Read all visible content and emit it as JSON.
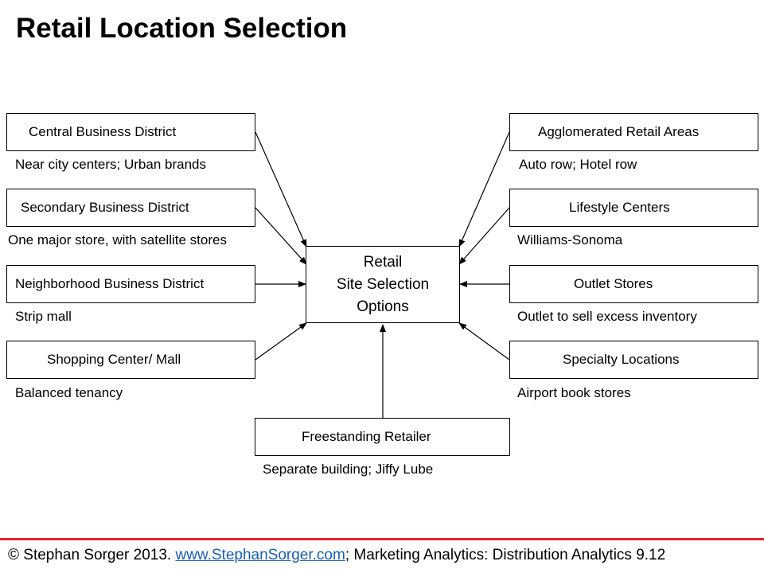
{
  "title": "Retail Location Selection",
  "center": {
    "line1": "Retail",
    "line2": "Site Selection",
    "line3": "Options"
  },
  "left": [
    {
      "label": "Central Business District",
      "desc": "Near city centers; Urban brands"
    },
    {
      "label": "Secondary Business District",
      "desc": "One major store, with satellite stores"
    },
    {
      "label": "Neighborhood Business District",
      "desc": "Strip mall"
    },
    {
      "label": "Shopping Center/ Mall",
      "desc": "Balanced tenancy"
    }
  ],
  "right": [
    {
      "label": "Agglomerated Retail Areas",
      "desc": "Auto row; Hotel row"
    },
    {
      "label": "Lifestyle Centers",
      "desc": "Williams-Sonoma"
    },
    {
      "label": "Outlet Stores",
      "desc": "Outlet to sell excess inventory"
    },
    {
      "label": "Specialty Locations",
      "desc": "Airport book stores"
    }
  ],
  "bottom": {
    "label": "Freestanding Retailer",
    "desc": "Separate building; Jiffy Lube"
  },
  "footer": {
    "prefix": "© Stephan Sorger 2013. ",
    "link": "www.StephanSorger.com",
    "suffix": "; Marketing Analytics: Distribution Analytics 9.12"
  },
  "colors": {
    "footer_rule": "#e8202a",
    "link": "#1a5fb4"
  }
}
